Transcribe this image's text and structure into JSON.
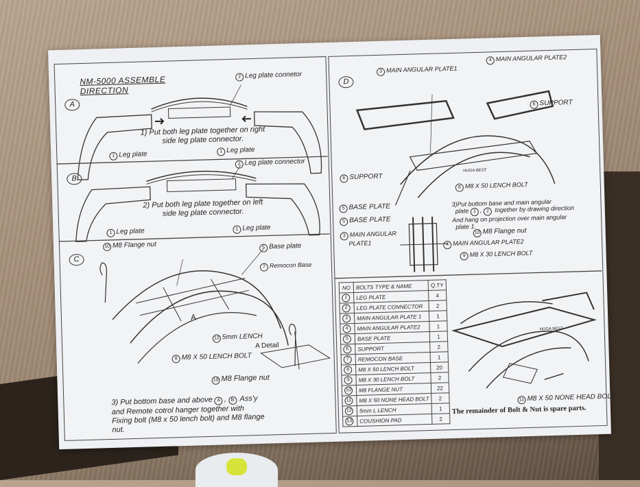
{
  "left": {
    "title_line1": "NM-5000 ASSEMBLE",
    "title_line2": "DIRECTION",
    "A": {
      "letter": "A",
      "connector_num": "2",
      "connector_label": "Leg plate connetor",
      "instruction_line1": "1) Put both leg plate together on right",
      "instruction_line2": "side leg plate connector.",
      "leg1_num": "1",
      "leg1_label": "Leg plate",
      "leg2_num": "1",
      "leg2_label": "Leg plate"
    },
    "B": {
      "letter": "B",
      "connector_num": "2",
      "connector_label": "Leg plate connector",
      "instruction_line1": "2) Put both leg plate together on left",
      "instruction_line2": "side leg plate connector.",
      "leg1_num": "1",
      "leg1_label": "Leg plate",
      "leg2_num": "1",
      "leg2_label": "Leg plate"
    },
    "C": {
      "letter": "C",
      "flange_num": "10",
      "flange_label": "M8 Flange nut",
      "base_num": "5",
      "base_label": "Base plate",
      "remocon_num": "7",
      "remocon_label": "Remocon Base",
      "marker": "A",
      "lench_num": "12",
      "lench_label": "5mm  LENCH",
      "detail_label": "A Detail",
      "bolt_num": "8",
      "bolt_label": "M8 X 50 LENCH BOLT",
      "flange2_num": "10",
      "flange2_label": "M8 Flange nut",
      "instruction_line1": "3) Put bottom base and above",
      "instruction_a": "A",
      "instruction_b": "B",
      "instruction_line1_end": "Ass'y",
      "instruction_line2": "and Remote cotrol hanger together with",
      "instruction_line3": "Fixing bolt (M8 x 50 lench bolt) and M8 flange",
      "instruction_line4": "nut."
    }
  },
  "right": {
    "D": {
      "letter": "D",
      "main1_num": "3",
      "main1_label": "MAIN ANGULAR PLATE1",
      "main2_num": "4",
      "main2_label": "MAIN ANGULAR PLATE2",
      "support_num": "6",
      "support_label": "SUPPORT",
      "support2_num": "6",
      "support2_label": "SUPPORT",
      "base_num": "5",
      "base_label": "BASE PLATE",
      "bolt_num": "8",
      "bolt_label": "M8 X 50 LENCH BOLT",
      "brand": "HUGA BEST",
      "instr_line1": "3)Put bottom base and main angular",
      "instr_line2a": "plate",
      "instr_n1": "1",
      "instr_n2": "2",
      "instr_line2b": "together by drawing direction",
      "instr_line3": "And hang on projection over main angular",
      "instr_line4": "plate 1."
    },
    "detail": {
      "base_num": "5",
      "base_label": "BASE PLATE",
      "main1_num": "3",
      "main1_label_line1": "MAIN ANGULAR",
      "main1_label_line2": "PLATE1",
      "flange_num": "10",
      "flange_label": "M8 Flange nut",
      "main2_num": "4",
      "main2_label": "MAIN ANGULAR PLATE2",
      "bolt_num": "9",
      "bolt_label": "M8 X 30 LENCH BOLT"
    },
    "table": {
      "headers": [
        "NO",
        "BOLTS TYPE & NAME",
        "Q.TY"
      ],
      "rows": [
        {
          "no": "1",
          "name": "LEG PLATE",
          "qty": "4"
        },
        {
          "no": "2",
          "name": "LEG PLATE CONNECTOR",
          "qty": "2"
        },
        {
          "no": "3",
          "name": "MAIN ANGULAR PLATE 1",
          "qty": "1"
        },
        {
          "no": "4",
          "name": "MAIN ANGULAR PLATE2",
          "qty": "1"
        },
        {
          "no": "5",
          "name": "BASE PLATE",
          "qty": "1"
        },
        {
          "no": "6",
          "name": "SUPPORT",
          "qty": "2"
        },
        {
          "no": "7",
          "name": "REMOCON BASE",
          "qty": "1"
        },
        {
          "no": "8",
          "name": "M8 X 50 LENCH BOLT",
          "qty": "20"
        },
        {
          "no": "9",
          "name": "M8 X 30 LENCH BOLT",
          "qty": "2"
        },
        {
          "no": "10",
          "name": "M8 FLANGE NUT",
          "qty": "22"
        },
        {
          "no": "11",
          "name": "M8 X 50 NONE HEAD BOLT",
          "qty": "2"
        },
        {
          "no": "12",
          "name": "5mm L LENCH",
          "qty": "1"
        },
        {
          "no": "13",
          "name": "COUSHION PAD",
          "qty": "2"
        }
      ]
    },
    "final": {
      "brand": "HUGA BEST",
      "bolt_num": "11",
      "bolt_label": "M8 X 50 NONE HEAD BOLT",
      "note": "The remainder of Bolt & Nut is spare parts."
    }
  }
}
